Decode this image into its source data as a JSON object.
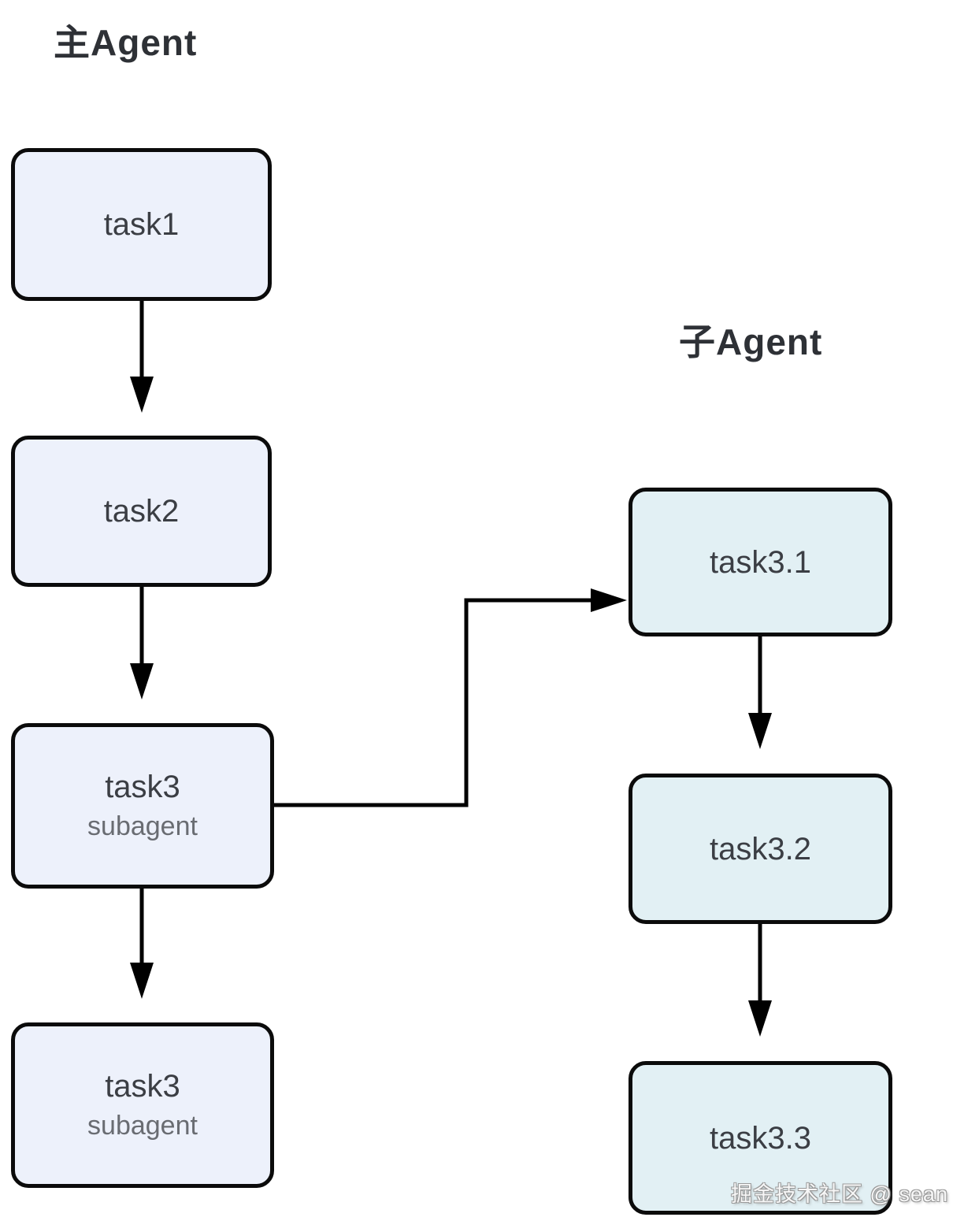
{
  "diagram": {
    "main_agent": {
      "title": "主Agent",
      "nodes": [
        {
          "label": "task1"
        },
        {
          "label": "task2"
        },
        {
          "label": "task3",
          "sublabel": "subagent"
        },
        {
          "label": "task3",
          "sublabel": "subagent"
        }
      ]
    },
    "sub_agent": {
      "title": "子Agent",
      "nodes": [
        {
          "label": "task3.1"
        },
        {
          "label": "task3.2"
        },
        {
          "label": "task3.3"
        }
      ]
    },
    "edges": [
      {
        "from": "task1",
        "to": "task2",
        "type": "arrow-down"
      },
      {
        "from": "task2",
        "to": "task3",
        "type": "arrow-down"
      },
      {
        "from": "task3",
        "to": "task3-subagent",
        "type": "arrow-down"
      },
      {
        "from": "task3",
        "to": "task3.1",
        "type": "elbow-right-up"
      },
      {
        "from": "task3.1",
        "to": "task3.2",
        "type": "arrow-down"
      },
      {
        "from": "task3.2",
        "to": "task3.3",
        "type": "arrow-down"
      }
    ],
    "watermark": "掘金技术社区 @ sean",
    "colors": {
      "main_node_fill": "#edf1fb",
      "sub_node_fill": "#e2f0f4",
      "node_border": "#0b0b0b",
      "arrow": "#000000",
      "label_text": "#3b3e44",
      "sublabel_text": "#696c72",
      "title_text": "#2e3136",
      "background": "#ffffff"
    }
  }
}
